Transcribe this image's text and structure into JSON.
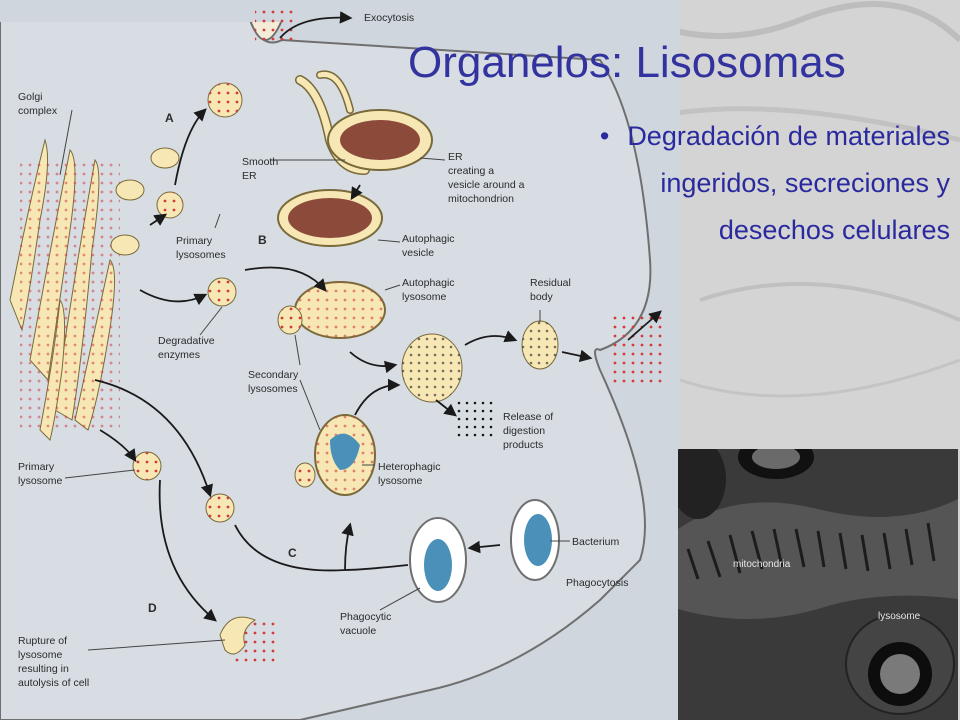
{
  "slide": {
    "title": "Organelos: Lisosomas",
    "bullet": "Degradación de materiales ingeridos, secreciones y desechos celulares",
    "bullet_marker": "•"
  },
  "diagram": {
    "labels": {
      "exocytosis": "Exocytosis",
      "golgi_1": "Golgi",
      "golgi_2": "complex",
      "smooth_er_1": "Smooth",
      "smooth_er_2": "ER",
      "er_1": "ER",
      "er_2": "creating a",
      "er_3": "vesicle around a",
      "er_4": "mitochondrion",
      "primary_lys_1": "Primary",
      "primary_lys_2": "lysosomes",
      "autophagic_vesicle_1": "Autophagic",
      "autophagic_vesicle_2": "vesicle",
      "autophagic_lys_1": "Autophagic",
      "autophagic_lys_2": "lysosome",
      "residual_1": "Residual",
      "residual_2": "body",
      "degradative_1": "Degradative",
      "degradative_2": "enzymes",
      "secondary_1": "Secondary",
      "secondary_2": "lysosomes",
      "release_1": "Release of",
      "release_2": "digestion",
      "release_3": "products",
      "primary_single_1": "Primary",
      "primary_single_2": "lysosome",
      "heterophagic_1": "Heterophagic",
      "heterophagic_2": "lysosome",
      "bacterium": "Bacterium",
      "phagocytosis": "Phagocytosis",
      "phagocytic_1": "Phagocytic",
      "phagocytic_2": "vacuole",
      "rupture_1": "Rupture of",
      "rupture_2": "lysosome",
      "rupture_3": "resulting in",
      "rupture_4": "autolysis of cell"
    },
    "pathway_letters": {
      "a": "A",
      "b": "B",
      "c": "C",
      "d": "D"
    }
  },
  "micrograph": {
    "mitochondria_label": "mitochondria",
    "lysosome_label": "lysosome"
  },
  "colors": {
    "title": "#3333a0",
    "bullet": "#2a2a9e",
    "cell_fill": "#d7dde3",
    "organelle_fill": "#f7e7b4",
    "vesicle_dot": "#d33b3b",
    "mitochondrion": "#8b4a3a",
    "bacterium": "#4a90b8",
    "background": "#d9d9d9"
  }
}
